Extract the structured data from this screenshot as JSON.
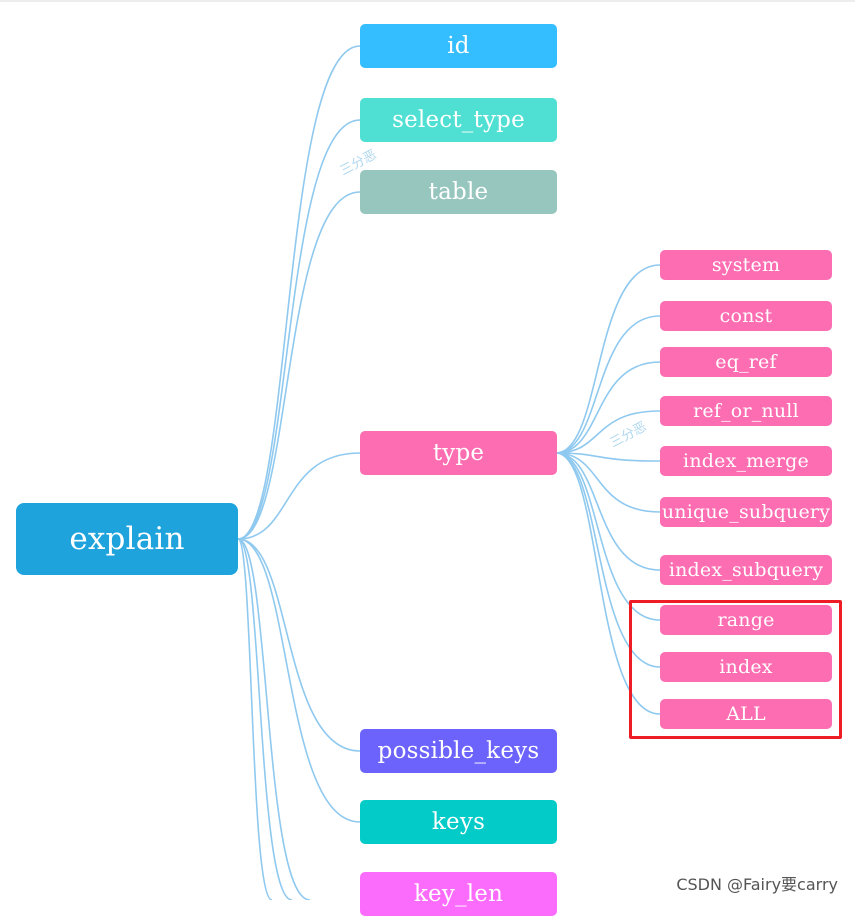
{
  "root": {
    "label": "explain",
    "color": "#1fa3dc"
  },
  "columns": [
    {
      "label": "id",
      "color": "#35beff"
    },
    {
      "label": "select_type",
      "color": "#4fdfd3"
    },
    {
      "label": "table",
      "color": "#97c6be"
    },
    {
      "label": "type",
      "color": "#fc6db2"
    },
    {
      "label": "possible_keys",
      "color": "#6c63fc"
    },
    {
      "label": "keys",
      "color": "#02cbc8"
    },
    {
      "label": "key_len",
      "color": "#fc6cfc"
    }
  ],
  "type_values": [
    "system",
    "const",
    "eq_ref",
    "ref_or_null",
    "index_merge",
    "unique_subquery",
    "index_subquery",
    "range",
    "index",
    "ALL"
  ],
  "type_value_color": "#fc6db2",
  "link_color": "#8fc9ef",
  "highlight_color": "#ee1c25",
  "watermark": "三分恶",
  "credit": "CSDN @Fairy要carry"
}
